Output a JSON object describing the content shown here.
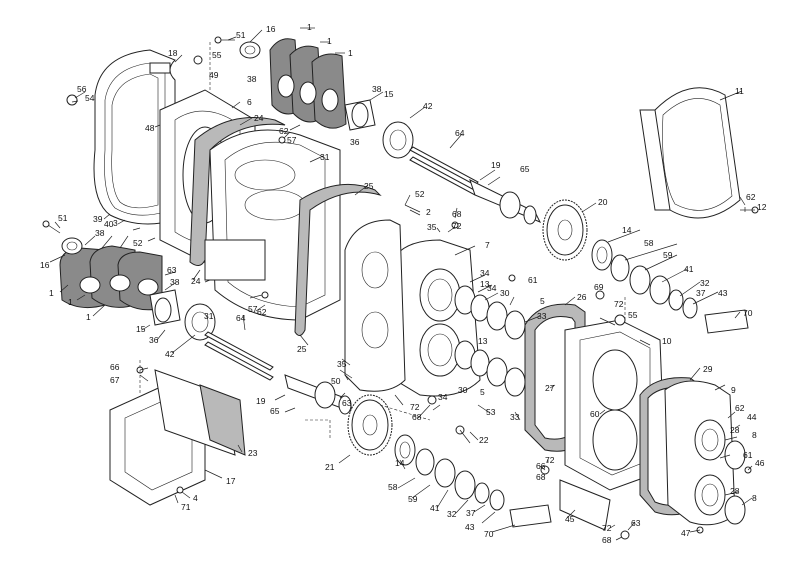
{
  "diagram": {
    "callouts": [
      {
        "id": "c1a",
        "text": "1"
      },
      {
        "id": "c1b",
        "text": "1"
      },
      {
        "id": "c1c",
        "text": "1"
      },
      {
        "id": "c1d",
        "text": "1"
      },
      {
        "id": "c1e",
        "text": "1"
      },
      {
        "id": "c1f",
        "text": "1"
      },
      {
        "id": "c2",
        "text": "2"
      },
      {
        "id": "c3",
        "text": "3"
      },
      {
        "id": "c4",
        "text": "4"
      },
      {
        "id": "c5a",
        "text": "5"
      },
      {
        "id": "c5b",
        "text": "5"
      },
      {
        "id": "c6",
        "text": "6"
      },
      {
        "id": "c7",
        "text": "7"
      },
      {
        "id": "c8a",
        "text": "8"
      },
      {
        "id": "c8b",
        "text": "8"
      },
      {
        "id": "c9",
        "text": "9"
      },
      {
        "id": "c10",
        "text": "10"
      },
      {
        "id": "c11",
        "text": "11"
      },
      {
        "id": "c12",
        "text": "12"
      },
      {
        "id": "c13a",
        "text": "13"
      },
      {
        "id": "c13b",
        "text": "13"
      },
      {
        "id": "c14a",
        "text": "14"
      },
      {
        "id": "c14b",
        "text": "14"
      },
      {
        "id": "c15a",
        "text": "15"
      },
      {
        "id": "c15b",
        "text": "15"
      },
      {
        "id": "c16a",
        "text": "16"
      },
      {
        "id": "c16b",
        "text": "16"
      },
      {
        "id": "c17",
        "text": "17"
      },
      {
        "id": "c18",
        "text": "18"
      },
      {
        "id": "c19a",
        "text": "19"
      },
      {
        "id": "c19b",
        "text": "19"
      },
      {
        "id": "c20",
        "text": "20"
      },
      {
        "id": "c21",
        "text": "21"
      },
      {
        "id": "c22",
        "text": "22"
      },
      {
        "id": "c23",
        "text": "23"
      },
      {
        "id": "c24a",
        "text": "24"
      },
      {
        "id": "c24b",
        "text": "24"
      },
      {
        "id": "c25a",
        "text": "25"
      },
      {
        "id": "c25b",
        "text": "25"
      },
      {
        "id": "c26",
        "text": "26"
      },
      {
        "id": "c27",
        "text": "27"
      },
      {
        "id": "c28a",
        "text": "28"
      },
      {
        "id": "c28b",
        "text": "28"
      },
      {
        "id": "c29",
        "text": "29"
      },
      {
        "id": "c30a",
        "text": "30"
      },
      {
        "id": "c30b",
        "text": "30"
      },
      {
        "id": "c31a",
        "text": "31"
      },
      {
        "id": "c31b",
        "text": "31"
      },
      {
        "id": "c32a",
        "text": "32"
      },
      {
        "id": "c32b",
        "text": "32"
      },
      {
        "id": "c33a",
        "text": "33"
      },
      {
        "id": "c33b",
        "text": "33"
      },
      {
        "id": "c34a",
        "text": "34"
      },
      {
        "id": "c34b",
        "text": "34"
      },
      {
        "id": "c34c",
        "text": "34"
      },
      {
        "id": "c35a",
        "text": "35"
      },
      {
        "id": "c35b",
        "text": "35"
      },
      {
        "id": "c36a",
        "text": "36"
      },
      {
        "id": "c36b",
        "text": "36"
      },
      {
        "id": "c37a",
        "text": "37"
      },
      {
        "id": "c37b",
        "text": "37"
      },
      {
        "id": "c38a",
        "text": "38"
      },
      {
        "id": "c38b",
        "text": "38"
      },
      {
        "id": "c38c",
        "text": "38"
      },
      {
        "id": "c38d",
        "text": "38"
      },
      {
        "id": "c39",
        "text": "39"
      },
      {
        "id": "c40",
        "text": "40"
      },
      {
        "id": "c41a",
        "text": "41"
      },
      {
        "id": "c41b",
        "text": "41"
      },
      {
        "id": "c42a",
        "text": "42"
      },
      {
        "id": "c42b",
        "text": "42"
      },
      {
        "id": "c43a",
        "text": "43"
      },
      {
        "id": "c43b",
        "text": "43"
      },
      {
        "id": "c44",
        "text": "44"
      },
      {
        "id": "c45",
        "text": "45"
      },
      {
        "id": "c46",
        "text": "46"
      },
      {
        "id": "c47",
        "text": "47"
      },
      {
        "id": "c48",
        "text": "48"
      },
      {
        "id": "c49",
        "text": "49"
      },
      {
        "id": "c50",
        "text": "50"
      },
      {
        "id": "c51a",
        "text": "51"
      },
      {
        "id": "c51b",
        "text": "51"
      },
      {
        "id": "c52a",
        "text": "52"
      },
      {
        "id": "c52b",
        "text": "52"
      },
      {
        "id": "c53",
        "text": "53"
      },
      {
        "id": "c54",
        "text": "54"
      },
      {
        "id": "c55a",
        "text": "55"
      },
      {
        "id": "c55b",
        "text": "55"
      },
      {
        "id": "c56",
        "text": "56"
      },
      {
        "id": "c57a",
        "text": "57"
      },
      {
        "id": "c57b",
        "text": "57"
      },
      {
        "id": "c58a",
        "text": "58"
      },
      {
        "id": "c58b",
        "text": "58"
      },
      {
        "id": "c59a",
        "text": "59"
      },
      {
        "id": "c59b",
        "text": "59"
      },
      {
        "id": "c60",
        "text": "60"
      },
      {
        "id": "c61a",
        "text": "61"
      },
      {
        "id": "c61b",
        "text": "61"
      },
      {
        "id": "c62a",
        "text": "62"
      },
      {
        "id": "c62b",
        "text": "62"
      },
      {
        "id": "c62c",
        "text": "62"
      },
      {
        "id": "c62d",
        "text": "62"
      },
      {
        "id": "c63a",
        "text": "63"
      },
      {
        "id": "c63b",
        "text": "63"
      },
      {
        "id": "c63c",
        "text": "63"
      },
      {
        "id": "c64a",
        "text": "64"
      },
      {
        "id": "c64b",
        "text": "64"
      },
      {
        "id": "c65a",
        "text": "65"
      },
      {
        "id": "c65b",
        "text": "65"
      },
      {
        "id": "c66a",
        "text": "66"
      },
      {
        "id": "c66b",
        "text": "66"
      },
      {
        "id": "c67",
        "text": "67"
      },
      {
        "id": "c68a",
        "text": "68"
      },
      {
        "id": "c68b",
        "text": "68"
      },
      {
        "id": "c68c",
        "text": "68"
      },
      {
        "id": "c68d",
        "text": "68"
      },
      {
        "id": "c69",
        "text": "69"
      },
      {
        "id": "c70a",
        "text": "70"
      },
      {
        "id": "c70b",
        "text": "70"
      },
      {
        "id": "c71",
        "text": "71"
      },
      {
        "id": "c72a",
        "text": "72"
      },
      {
        "id": "c72b",
        "text": "72"
      },
      {
        "id": "c72c",
        "text": "72"
      },
      {
        "id": "c72d",
        "text": "72"
      },
      {
        "id": "c72e",
        "text": "72"
      }
    ]
  }
}
